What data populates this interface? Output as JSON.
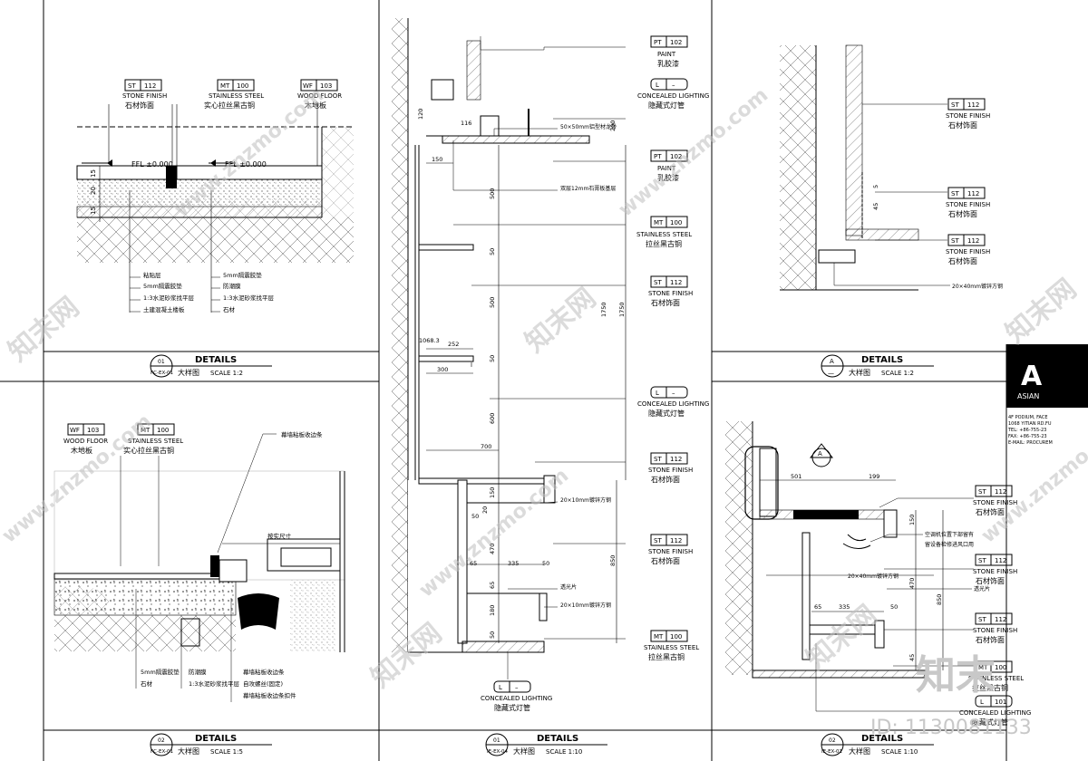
{
  "watermarks": {
    "site": "www.znzmo.com",
    "brand": "知末网",
    "logo": "知末",
    "id": "ID: 1130081133"
  },
  "tags": {
    "st112": {
      "code": "ST",
      "num": "112",
      "en": "STONE FINISH",
      "cn": "石材饰面"
    },
    "mt100a": {
      "code": "MT",
      "num": "100",
      "en": "STAINLESS STEEL",
      "cn": "实心拉丝黑古铜"
    },
    "mt100b": {
      "code": "MT",
      "num": "100",
      "en": "STAINLESS STEEL",
      "cn": "拉丝黑古铜"
    },
    "wf103": {
      "code": "WF",
      "num": "103",
      "en": "WOOD FLOOR",
      "cn": "木地板"
    },
    "pt102": {
      "code": "PT",
      "num": "102",
      "en": "PAINT",
      "cn": "乳胶漆"
    },
    "l_dash": {
      "code": "L",
      "num": "–",
      "en": "CONCEALED LIGHTING",
      "cn": "隐藏式灯管"
    },
    "l101": {
      "code": "L",
      "num": "101",
      "en": "CONCEALED LIGHTING",
      "cn": "隐藏式灯管"
    }
  },
  "panel1": {
    "layers_left": [
      "粘贴层",
      "5mm隔震胶垫",
      "1:3水泥砂浆找平层",
      "土建混凝土楼板"
    ],
    "layers_right": [
      "5mm隔震胶垫",
      "防潮膜",
      "1:3水泥砂浆找平层",
      "石材"
    ],
    "dims": [
      "15",
      "20",
      "15",
      "FFL ±0.000",
      "FFL ±0.000"
    ],
    "title": {
      "num": "01",
      "ref": "FC-EX-01",
      "label": "DETAILS",
      "cn": "大样图",
      "scale": "SCALE 1:2"
    }
  },
  "panel2": {
    "notes_left": [
      "5mm隔震胶垫",
      "石材"
    ],
    "notes_mid": [
      "防潮膜",
      "1:3水泥砂浆找平层"
    ],
    "notes_right": [
      "幕墙粘板收边条",
      "自攻螺丝(固定)",
      "幕墙粘板收边条扣件"
    ],
    "top_note": "幕墙粘板收边条",
    "dim": "按实尺寸",
    "title": {
      "num": "02",
      "ref": "FC-EX-01",
      "label": "DETAILS",
      "cn": "大样图",
      "scale": "SCALE 1:5"
    }
  },
  "panel3": {
    "dims_h": [
      "120",
      "116",
      "150",
      "300",
      "252",
      "700",
      "65",
      "335",
      "50",
      "50",
      "20",
      "1068.3"
    ],
    "dims_v": [
      "200",
      "500",
      "50",
      "500",
      "50",
      "600",
      "150",
      "470",
      "180",
      "50",
      "1750",
      "1750",
      "850",
      "65"
    ],
    "notes": [
      "50×50mm铝型材龙骨",
      "双层12mm石膏板基层",
      "20×10mm镀锌方钢",
      "透光片",
      "20×10mm镀锌方钢"
    ],
    "title": {
      "num": "01",
      "ref": "IE-EX-04",
      "label": "DETAILS",
      "cn": "大样图",
      "scale": "SCALE 1:10"
    }
  },
  "panel4": {
    "dims": [
      "5",
      "45"
    ],
    "note": "20×40mm镀锌方钢",
    "title": {
      "num": "A",
      "ref": "—",
      "label": "DETAILS",
      "cn": "大样图",
      "scale": "SCALE 1:2"
    }
  },
  "panel5": {
    "dims": [
      "501",
      "199",
      "150",
      "470",
      "850",
      "65",
      "335",
      "50",
      "45"
    ],
    "callout": "A",
    "notes": [
      "空调机位置下部留有",
      "留设备检修进风口用",
      "20×40mm镀锌方钢",
      "透光片"
    ],
    "title": {
      "num": "02",
      "ref": "IE-EX-01",
      "label": "DETAILS",
      "cn": "大样图",
      "scale": "SCALE 1:10"
    }
  },
  "titleblock": {
    "brand_letter": "A",
    "brand": "ASIAN",
    "lines": [
      "4F PODIUM, FACE",
      "1068 YITIAN RD.FU",
      "TEL: +86-755-23",
      "FAX: +86-755-23",
      "E-MAIL: PROCUREM"
    ]
  }
}
